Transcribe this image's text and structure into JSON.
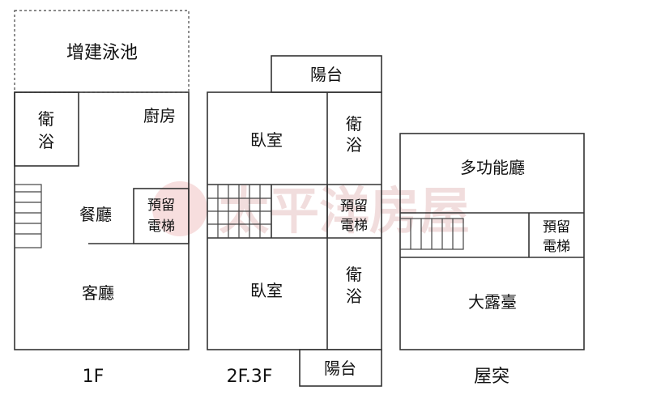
{
  "watermark": "太平洋房屋",
  "floors": [
    {
      "id": "1f",
      "label": "1F"
    },
    {
      "id": "2f3f",
      "label": "2F.3F"
    },
    {
      "id": "roof",
      "label": "屋突"
    }
  ],
  "rooms": {
    "pool": "增建泳池",
    "kitchen": "廚房",
    "bath_1f_a": "衛",
    "bath_1f_b": "浴",
    "dining": "餐廳",
    "elevator_a": "預留",
    "elevator_b": "電梯",
    "living": "客廳",
    "balcony_top": "陽台",
    "bedroom_top": "臥室",
    "bath_2f_top_a": "衛",
    "bath_2f_top_b": "浴",
    "bedroom_bottom": "臥室",
    "bath_2f_bot_a": "衛",
    "bath_2f_bot_b": "浴",
    "balcony_bottom": "陽台",
    "multi_hall": "多功能廳",
    "terrace": "大露臺"
  }
}
